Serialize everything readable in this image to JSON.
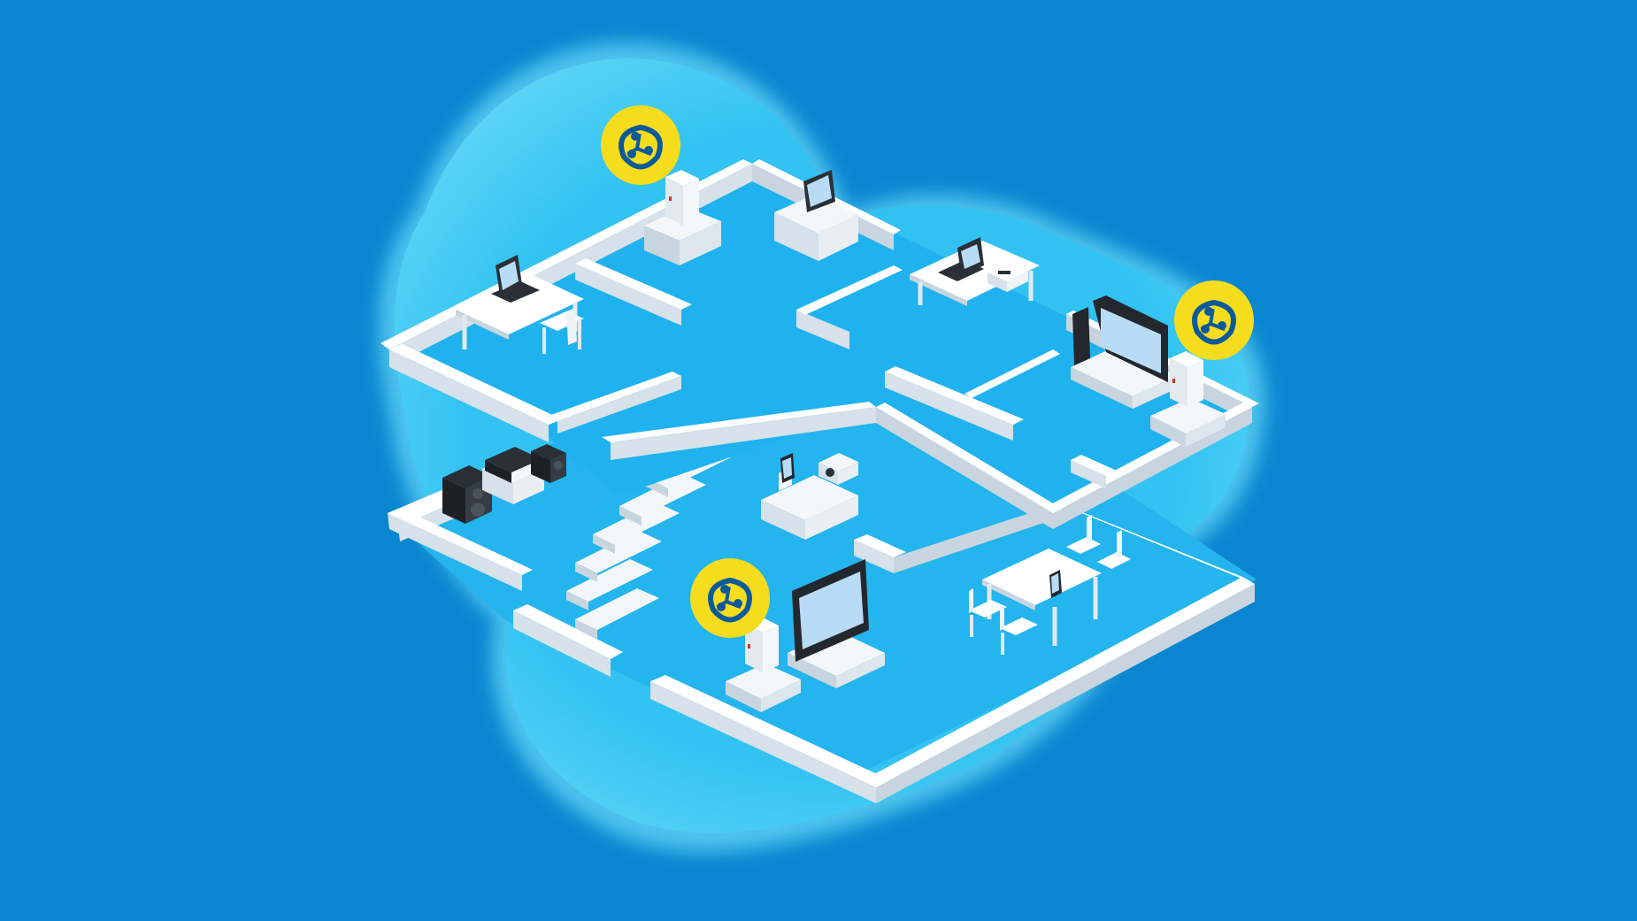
{
  "scene": {
    "kind": "isometric-home-mesh-wifi-illustration",
    "colors": {
      "background": "#0a86d0",
      "coverage_cloud": "#36c6f2",
      "coverage_cloud_glow": "#5fd6f7",
      "floor": "#1fb2ee",
      "wall_top": "#ffffff",
      "wall_side": "#d9e3ea",
      "wall_shadow": "#b9c8d3",
      "mesh_badge": "#f5dd1e",
      "mesh_badge_icon": "#0d5a9a",
      "device_screen": "#b8dcf5",
      "device_dark": "#23282e"
    },
    "mesh_nodes": [
      {
        "name": "upper-floor-left-node",
        "icon": "mesh-network-icon"
      },
      {
        "name": "upper-floor-right-node",
        "icon": "mesh-network-icon"
      },
      {
        "name": "lower-floor-node",
        "icon": "mesh-network-icon"
      }
    ],
    "rooms": [
      {
        "name": "office-left",
        "devices": [
          "laptop",
          "desk",
          "chair"
        ]
      },
      {
        "name": "office-center",
        "devices": [
          "monitor",
          "cabinet"
        ]
      },
      {
        "name": "office-right",
        "devices": [
          "laptop",
          "printer",
          "desk"
        ]
      },
      {
        "name": "living-room-upper",
        "devices": [
          "tv",
          "tv-stand"
        ]
      },
      {
        "name": "media-room",
        "devices": [
          "speakers",
          "stereo-receiver"
        ]
      },
      {
        "name": "hallway",
        "devices": [
          "smartphone",
          "radio",
          "console-table"
        ]
      },
      {
        "name": "living-room-lower",
        "devices": [
          "tv",
          "tv-stand"
        ]
      },
      {
        "name": "dining-room",
        "devices": [
          "dining-table",
          "chairs",
          "smartphone"
        ]
      }
    ]
  }
}
